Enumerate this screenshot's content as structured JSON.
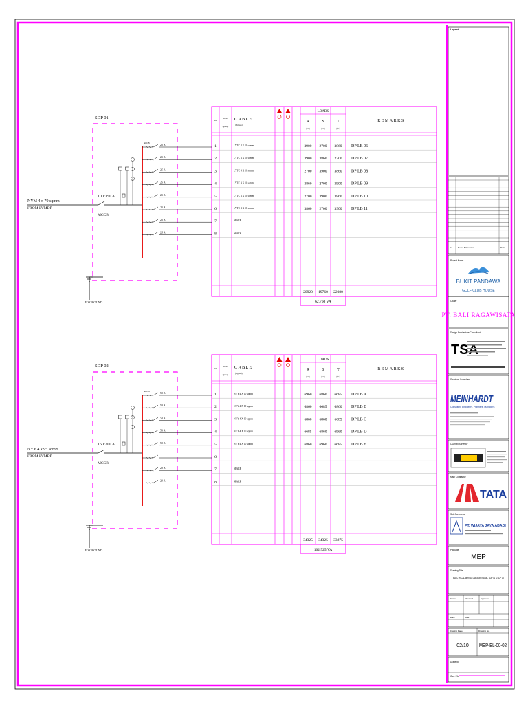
{
  "panels": [
    {
      "name": "SDP 01",
      "rating": "100/150 A",
      "breaker_label": "MCCB",
      "feeder": "NYM 4 x 70 sqmm",
      "feeder_from": "FROM LVMDP",
      "ground_label": "TO GROUND",
      "busbar_label": "ACCB",
      "branch_ratings": [
        "25 A",
        "25 A",
        "25 A",
        "25 A",
        "25 A",
        "25 A",
        "25 A",
        "25 A"
      ],
      "rows": [
        {
          "no": "1",
          "cable": "LYTC 4 X 10 sqmm",
          "r": "3900",
          "s": "2700",
          "t": "3860",
          "remarks": "DP LB 06"
        },
        {
          "no": "2",
          "cable": "LYTC 4 X 10 sqmm",
          "r": "3900",
          "s": "3860",
          "t": "2700",
          "remarks": "DP LB 07"
        },
        {
          "no": "3",
          "cable": "LYTC 4 X 10 sqmm",
          "r": "2700",
          "s": "3900",
          "t": "3860",
          "remarks": "DP LB 08"
        },
        {
          "no": "4",
          "cable": "LYTC 4 X 10 sqmm",
          "r": "3860",
          "s": "2700",
          "t": "3900",
          "remarks": "DP LB 09"
        },
        {
          "no": "5",
          "cable": "LYTC 4 X 10 sqmm",
          "r": "2700",
          "s": "3900",
          "t": "3860",
          "remarks": "DP LB 10"
        },
        {
          "no": "6",
          "cable": "LYTC 4 X 10 sqmm",
          "r": "3860",
          "s": "2700",
          "t": "3900",
          "remarks": "DP LB 11"
        },
        {
          "no": "7",
          "cable": "SPARE",
          "r": "",
          "s": "",
          "t": "",
          "remarks": ""
        },
        {
          "no": "8",
          "cable": "SPARE",
          "r": "",
          "s": "",
          "t": "",
          "remarks": ""
        }
      ],
      "totals": {
        "r": "20920",
        "s": "19760",
        "t": "22080",
        "va": "62,760 VA"
      }
    },
    {
      "name": "SDP 02",
      "rating": "150/200 A",
      "breaker_label": "MCCB",
      "feeder": "NYY 4 x 95 sqmm",
      "feeder_from": "FROM LVMDP",
      "ground_label": "TO GROUND",
      "busbar_label": "ACCB",
      "branch_ratings": [
        "50 A",
        "50 A",
        "50 A",
        "50 A",
        "50 A",
        "",
        "20 A",
        "20 A"
      ],
      "rows": [
        {
          "no": "1",
          "cable": "NYY 4 X 10 sqmm",
          "r": "6960",
          "s": "6860",
          "t": "6685",
          "remarks": "DP LB A"
        },
        {
          "no": "2",
          "cable": "NYY 4 X 10 sqmm",
          "r": "6860",
          "s": "6685",
          "t": "6860",
          "remarks": "DP LB B"
        },
        {
          "no": "3",
          "cable": "NYY 4 X 10 sqmm",
          "r": "6860",
          "s": "6860",
          "t": "6685",
          "remarks": "DP LB C"
        },
        {
          "no": "4",
          "cable": "NYY 4 X 10 sqmm",
          "r": "6685",
          "s": "6860",
          "t": "6960",
          "remarks": "DP LB D"
        },
        {
          "no": "5",
          "cable": "NYY 4 X 10 sqmm",
          "r": "6860",
          "s": "6960",
          "t": "6685",
          "remarks": "DP LB E"
        },
        {
          "no": "6",
          "cable": "",
          "r": "",
          "s": "",
          "t": "",
          "remarks": ""
        },
        {
          "no": "7",
          "cable": "SPARE",
          "r": "",
          "s": "",
          "t": "",
          "remarks": ""
        },
        {
          "no": "8",
          "cable": "SPARE",
          "r": "",
          "s": "",
          "t": "",
          "remarks": ""
        }
      ],
      "totals": {
        "r": "34325",
        "s": "34325",
        "t": "33875",
        "va": "102,525 VA"
      }
    }
  ],
  "table_headers": {
    "no": "NO.",
    "line": "LINE",
    "line_sub": "(group)",
    "cable": "CABLE",
    "cable_sub": "(Bypass)",
    "loads": "LOADS",
    "r": "R",
    "s": "S",
    "t": "T",
    "phase_unit": "(VA)",
    "remarks": "REMARKS"
  },
  "title_block": {
    "legend_label": "Legend",
    "revision_label": "No.",
    "revision_notes_label": "Notes & Revision",
    "revision_date_label": "Date",
    "project_name_label": "Project Name",
    "project_name": "BUKIT PANDAWA",
    "project_sub": "GOLF CLUB HOUSE",
    "owner_label": "Owner",
    "owner": "PT.  BALI RAGAWISATA",
    "design_label": "Design Architecture Consultant",
    "design_logo": "TSA",
    "structure_label": "Structure Consultant",
    "structure_logo": "MEINHARDT",
    "structure_sub": "Consulting Engineers, Planners, Managers",
    "qs_label": "Quantity Surveyor",
    "main_contractor_label": "Main Contractor",
    "main_contractor_logo": "TATA",
    "sub_contractor_label": "Sub Contractor",
    "sub_contractor": "PT. WIJAYA JAYA ABADI",
    "package_label": "Package",
    "package": "MEP",
    "drawing_title_label": "Drawing Title",
    "drawing_title": "ELECTRICAL WIRING DIAGRAM PANEL SDP 01 & SDP 02",
    "drawn_label": "Drawn",
    "checked_label": "Checked",
    "approved_label": "Approved",
    "scale_label": "Scale",
    "date_label": "Date",
    "drawing_page_label": "Drawing Page",
    "drawing_page": "02/10",
    "drawing_no_label": "Drawing No.",
    "drawing_no": "MEP-EL-00-02",
    "stamp_label": "Drawing",
    "cad_label": "Cad. File"
  },
  "colors": {
    "border": "#ff00ff",
    "busbar": "#e60000",
    "line": "#000000",
    "sky": "#3a8fd9",
    "tata_red": "#e3262d",
    "meinhardt_blue": "#1b3f9e"
  }
}
